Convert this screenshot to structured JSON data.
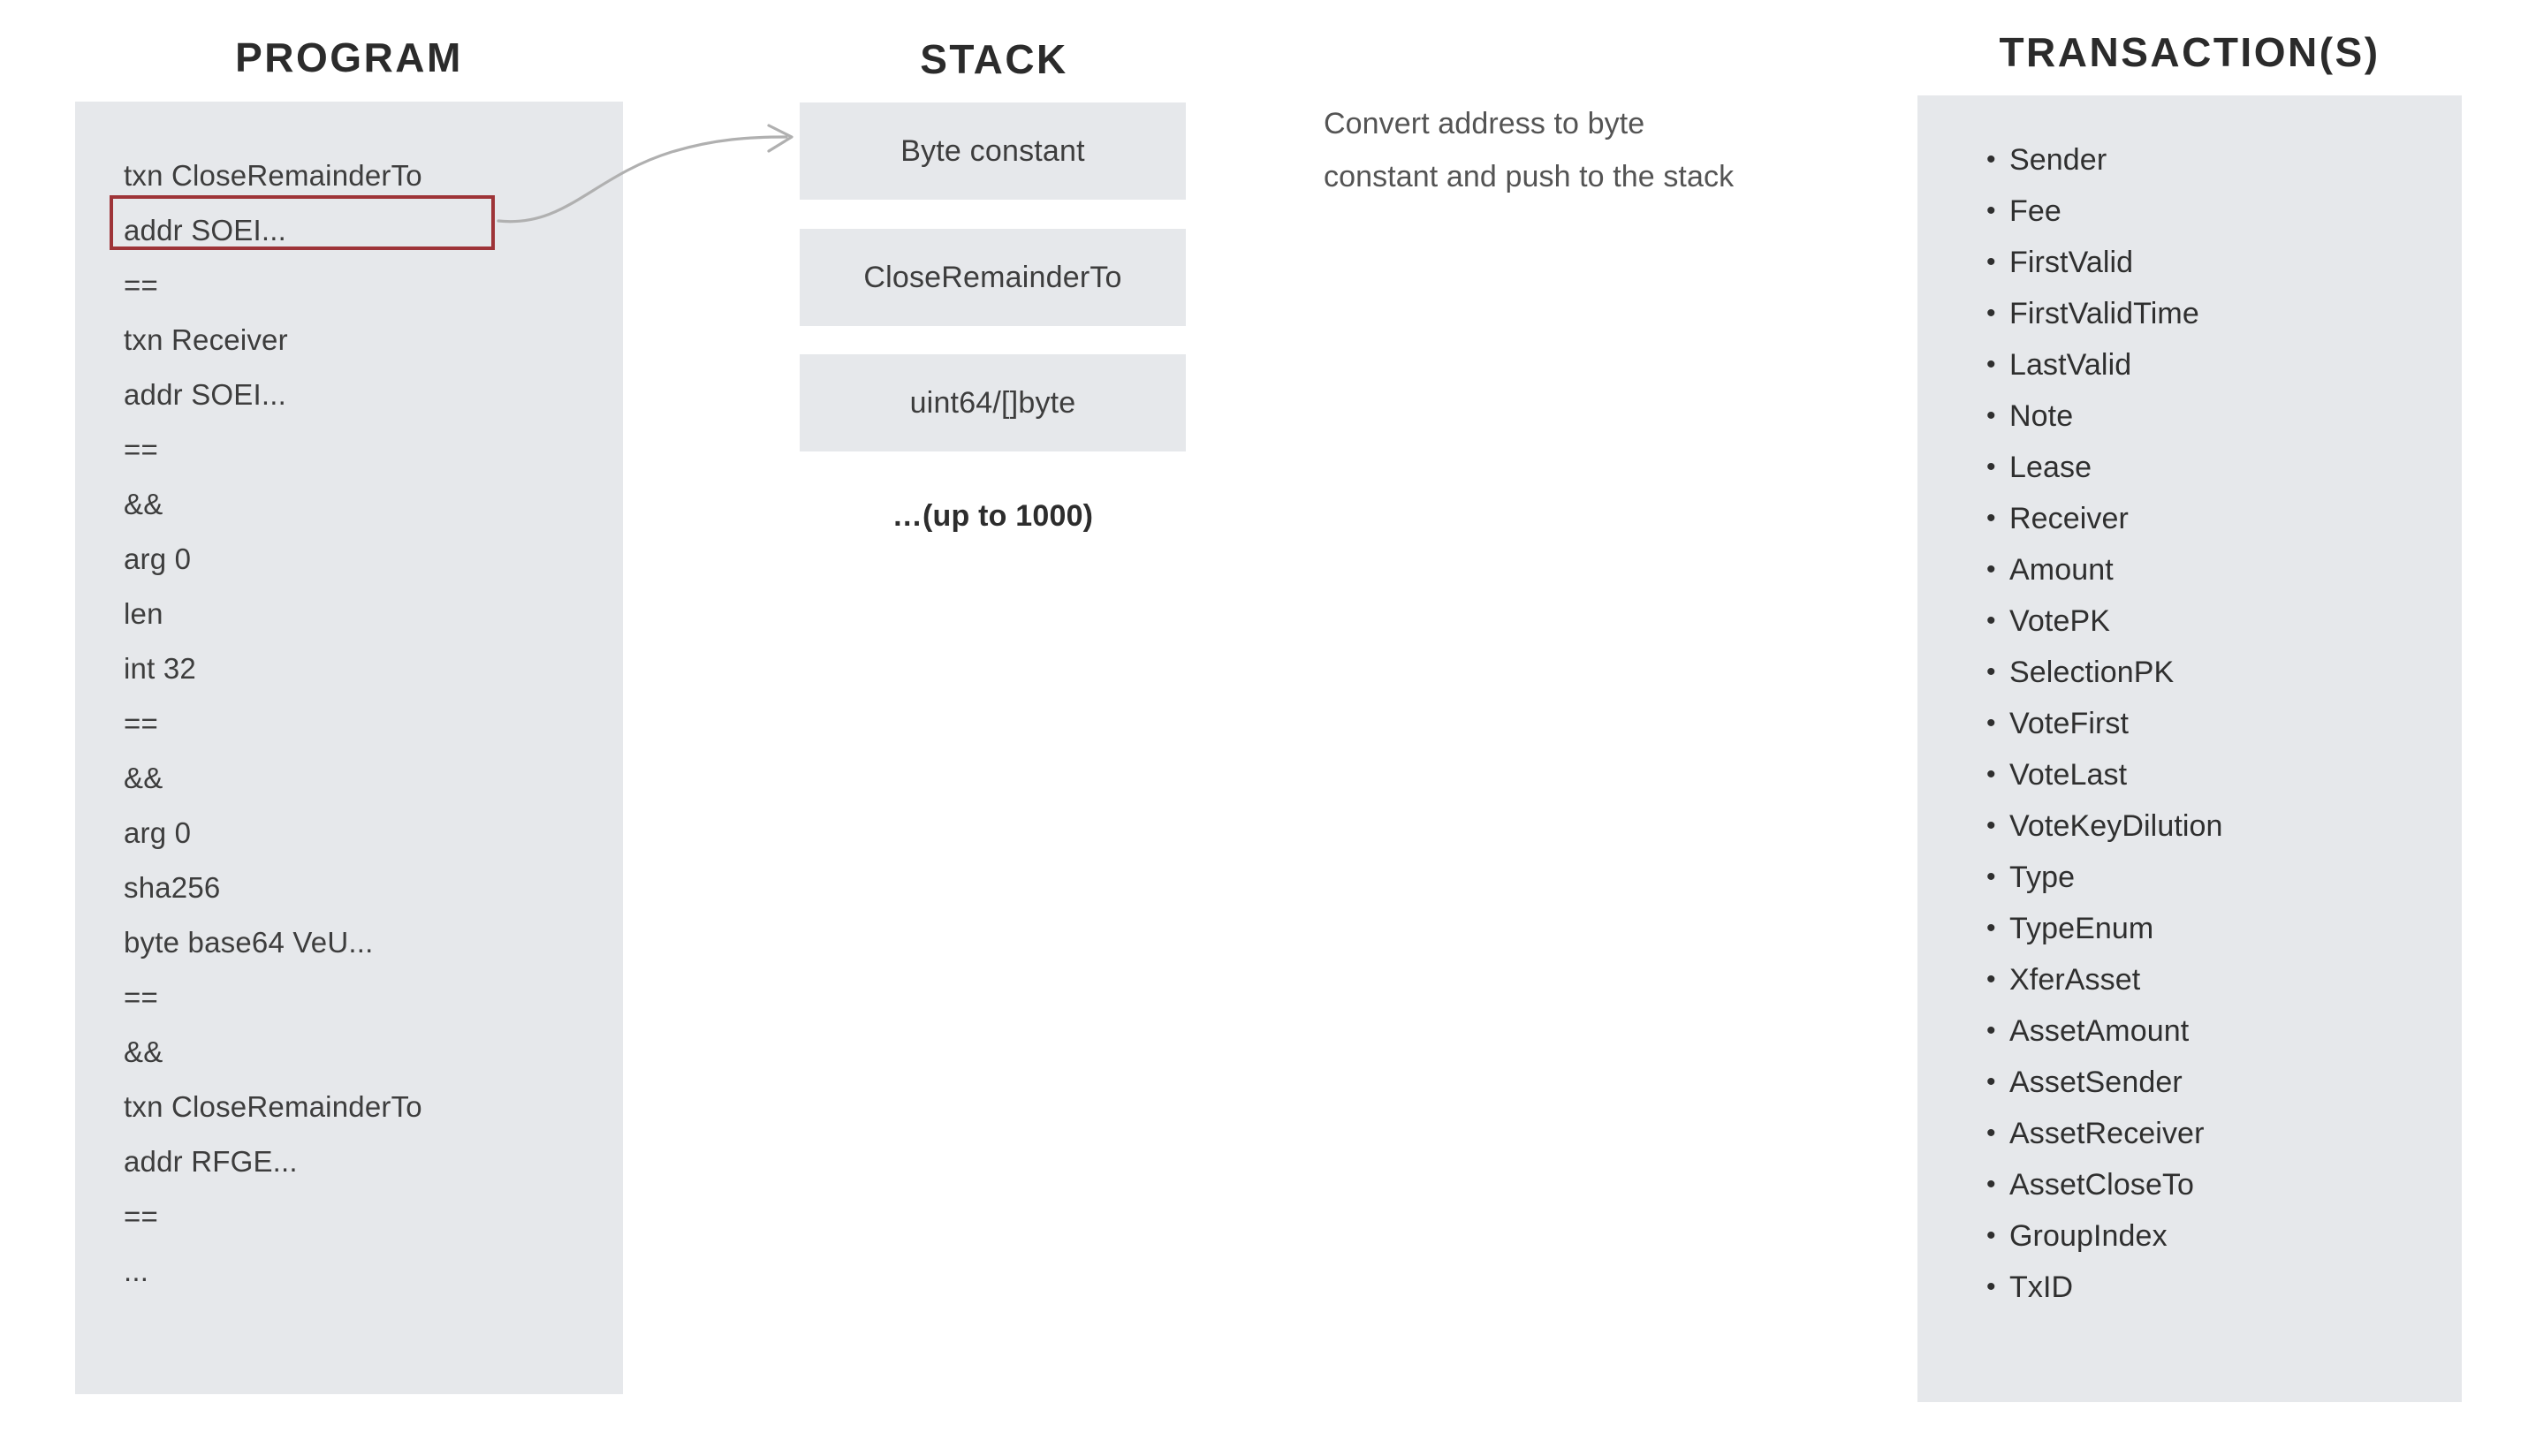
{
  "headings": {
    "program": "PROGRAM",
    "stack": "STACK",
    "transactions": "TRANSACTION(S)"
  },
  "program": {
    "lines": [
      "txn CloseRemainderTo",
      "addr SOEI...",
      "==",
      "txn Receiver",
      "addr SOEI...",
      "==",
      "&&",
      "arg 0",
      "len",
      "int 32",
      "==",
      "&&",
      "arg 0",
      "sha256",
      "byte base64 VeU...",
      "==",
      "&&",
      "txn CloseRemainderTo",
      "addr RFGE...",
      "==",
      "..."
    ],
    "highlighted_line_index": 1,
    "highlight_color": "#9e3438"
  },
  "stack": {
    "boxes": [
      {
        "label": "Byte constant"
      },
      {
        "label": "CloseRemainderTo"
      },
      {
        "label": "uint64/[]byte"
      }
    ],
    "more_label": "…(up to 1000)"
  },
  "annotation": {
    "line1": "Convert address to byte",
    "line2": "constant and push to the stack"
  },
  "transactions": {
    "fields": [
      "Sender",
      "Fee",
      "FirstValid",
      "FirstValidTime",
      "LastValid",
      "Note",
      "Lease",
      "Receiver",
      "Amount",
      "VotePK",
      "SelectionPK",
      "VoteFirst",
      "VoteLast",
      "VoteKeyDilution",
      "Type",
      "TypeEnum",
      "XferAsset",
      "AssetAmount",
      "AssetSender",
      "AssetReceiver",
      "AssetCloseTo",
      "GroupIndex",
      "TxID"
    ]
  },
  "colors": {
    "panel_background": "#e6e8eb",
    "page_background": "#ffffff",
    "text": "#3d3d3d",
    "heading_text": "#2b2b2b",
    "highlight_border": "#9e3438",
    "arrow": "#b0b0b0"
  }
}
